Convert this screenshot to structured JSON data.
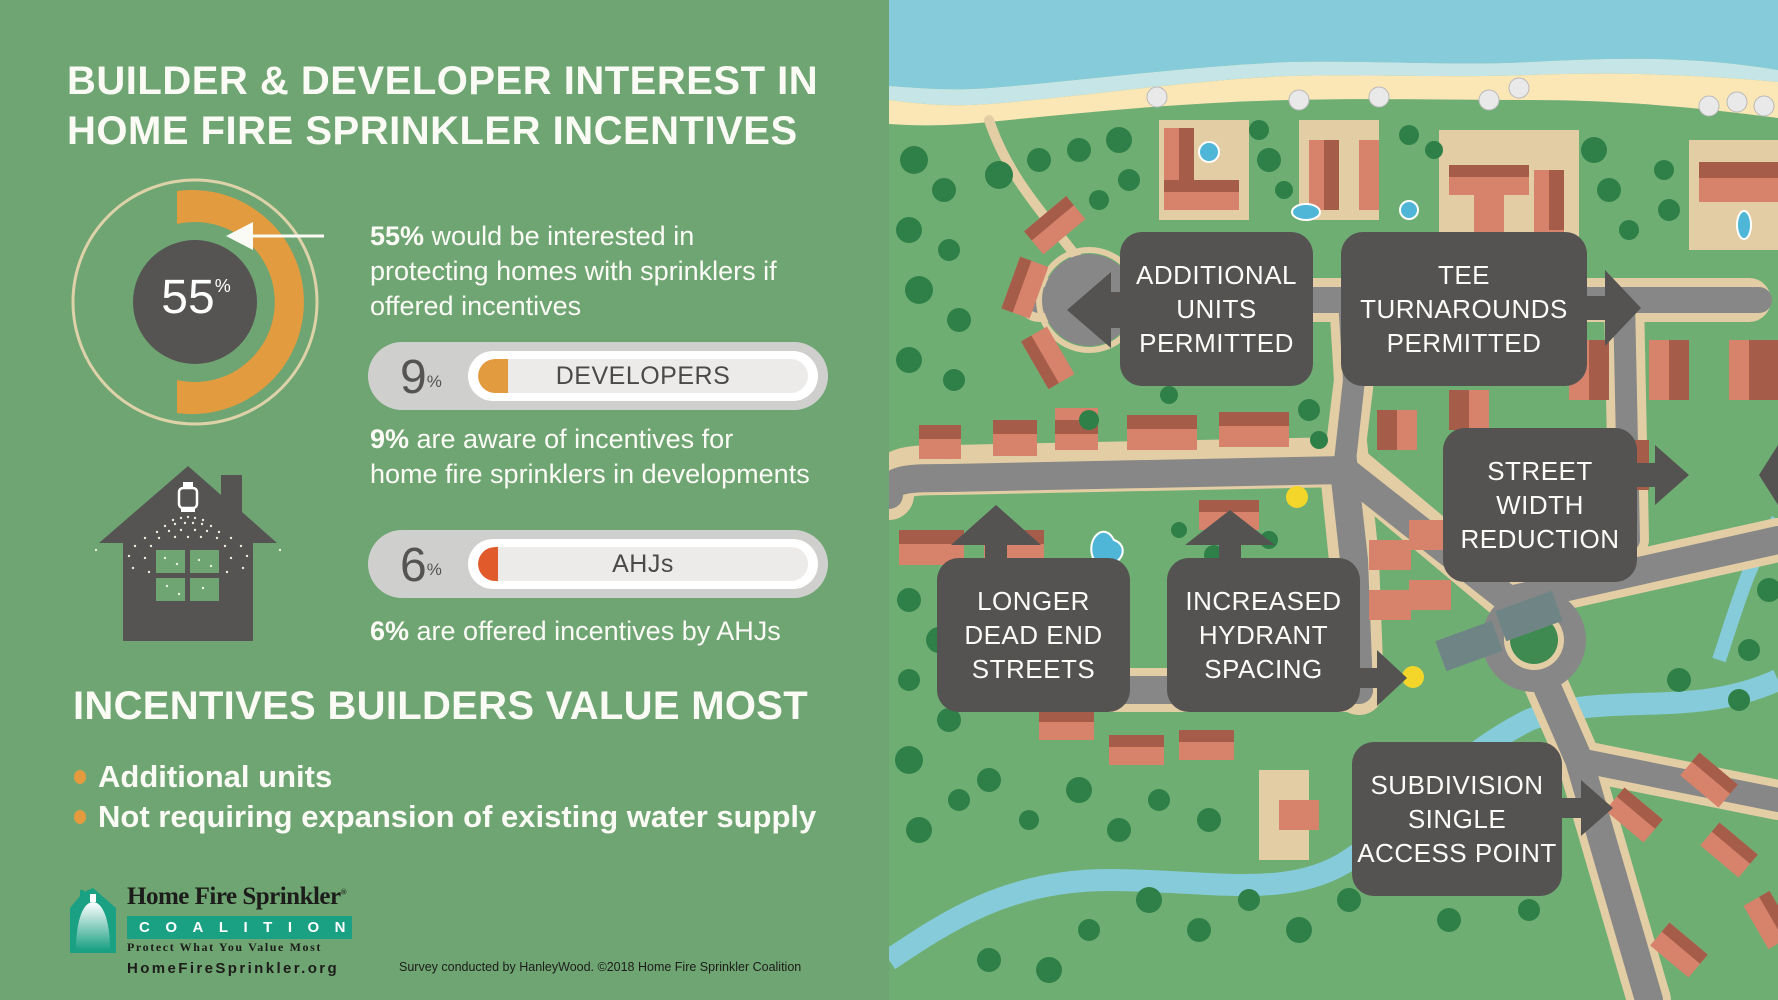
{
  "header": {
    "title_line1": "BUILDER & DEVELOPER INTEREST IN",
    "title_line2": "HOME FIRE SPRINKLER INCENTIVES"
  },
  "donut": {
    "value": "55",
    "unit": "%",
    "fill_color": "#e39b3f",
    "center_color": "#555453",
    "ring_color": "#ddd2a8"
  },
  "stats": {
    "interest": {
      "bold": "55%",
      "text_line1": " would be interested in",
      "text_line2": "protecting homes with sprinklers if",
      "text_line3": "offered incentives"
    },
    "developers": {
      "pct": "9",
      "unit": "%",
      "label": "DEVELOPERS",
      "fill_color": "#e39b3f",
      "fill_pct": 9,
      "caption_bold": "9%",
      "caption_line1": " are aware of incentives for",
      "caption_line2": "home fire sprinklers in developments"
    },
    "ahjs": {
      "pct": "6",
      "unit": "%",
      "label": "AHJs",
      "fill_color": "#e05a2b",
      "fill_pct": 6,
      "caption_bold": "6%",
      "caption_text": " are offered incentives by AHJs"
    }
  },
  "incentives": {
    "heading": "INCENTIVES BUILDERS VALUE MOST",
    "items": [
      "Additional units",
      "Not requiring expansion of existing water supply"
    ]
  },
  "logo": {
    "name": "Home Fire Sprinkler",
    "registered": "®",
    "bar": "COALITION",
    "tagline": "Protect What You Value Most",
    "url": "HomeFireSprinkler.org"
  },
  "footer": {
    "credit": "Survey conducted by HanleyWood.   ©2018 Home Fire Sprinkler Coalition"
  },
  "map": {
    "labels": {
      "additional_units": [
        "ADDITIONAL",
        "UNITS",
        "PERMITTED"
      ],
      "tee_turnarounds": [
        "TEE",
        "TURNAROUNDS",
        "PERMITTED"
      ],
      "street_width": [
        "STREET",
        "WIDTH",
        "REDUCTION"
      ],
      "dead_end": [
        "LONGER",
        "DEAD END",
        "STREETS"
      ],
      "hydrant": [
        "INCREASED",
        "HYDRANT",
        "SPACING"
      ],
      "subdivision": [
        "SUBDIVISION",
        "SINGLE",
        "ACCESS POINT"
      ]
    },
    "colors": {
      "water": "#85cbd9",
      "sand": "#fbe6b6",
      "grass": "#6fae73",
      "road": "#878787",
      "sidewalk": "#e3cda4",
      "roof_light": "#d7826a",
      "roof_dark": "#a55d4a",
      "tree": "#2f8048",
      "box": "#545352",
      "hydrant": "#f4d62a"
    }
  }
}
